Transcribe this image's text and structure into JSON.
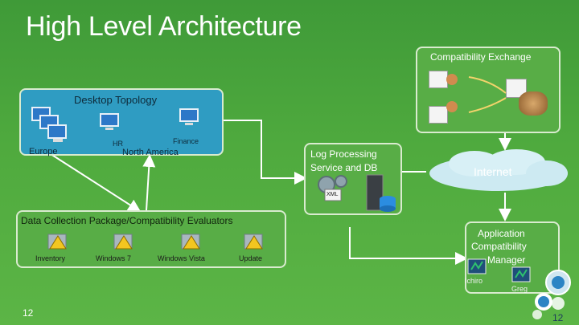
{
  "slide": {
    "title": "High Level Architecture",
    "page_number_left": "12",
    "page_number_right": "12"
  },
  "compat_exchange": {
    "label": "Compatibility Exchange"
  },
  "desktop": {
    "label": "Desktop Topology",
    "sites": {
      "europe": "Europe",
      "hr": "HR",
      "finance": "Finance",
      "na": "North America"
    }
  },
  "log": {
    "label_line1": "Log Processing",
    "label_line2": "Service and DB",
    "xml_icon_text": "XML"
  },
  "internet": {
    "label": "Internet"
  },
  "dcp": {
    "label": "Data Collection Package/Compatibility Evaluators",
    "items": [
      "Inventory",
      "Windows 7",
      "Windows Vista",
      "Update"
    ]
  },
  "acm": {
    "line1": "Application",
    "line2": "Compatibility",
    "line3": "Manager",
    "users": [
      "Ichiro",
      "Greg"
    ]
  },
  "colors": {
    "background": "#4faa3e",
    "desktop_fill": "#2f9cc2",
    "box_border": "#d9ebcf",
    "connector": "#ffffff",
    "cloud": "#d0ecf2"
  },
  "icons": [
    "computer-icon",
    "server-icon",
    "gear-icon",
    "database-icon",
    "warning-folder-icon",
    "users-icon",
    "cloud-icon",
    "logo-icon"
  ]
}
